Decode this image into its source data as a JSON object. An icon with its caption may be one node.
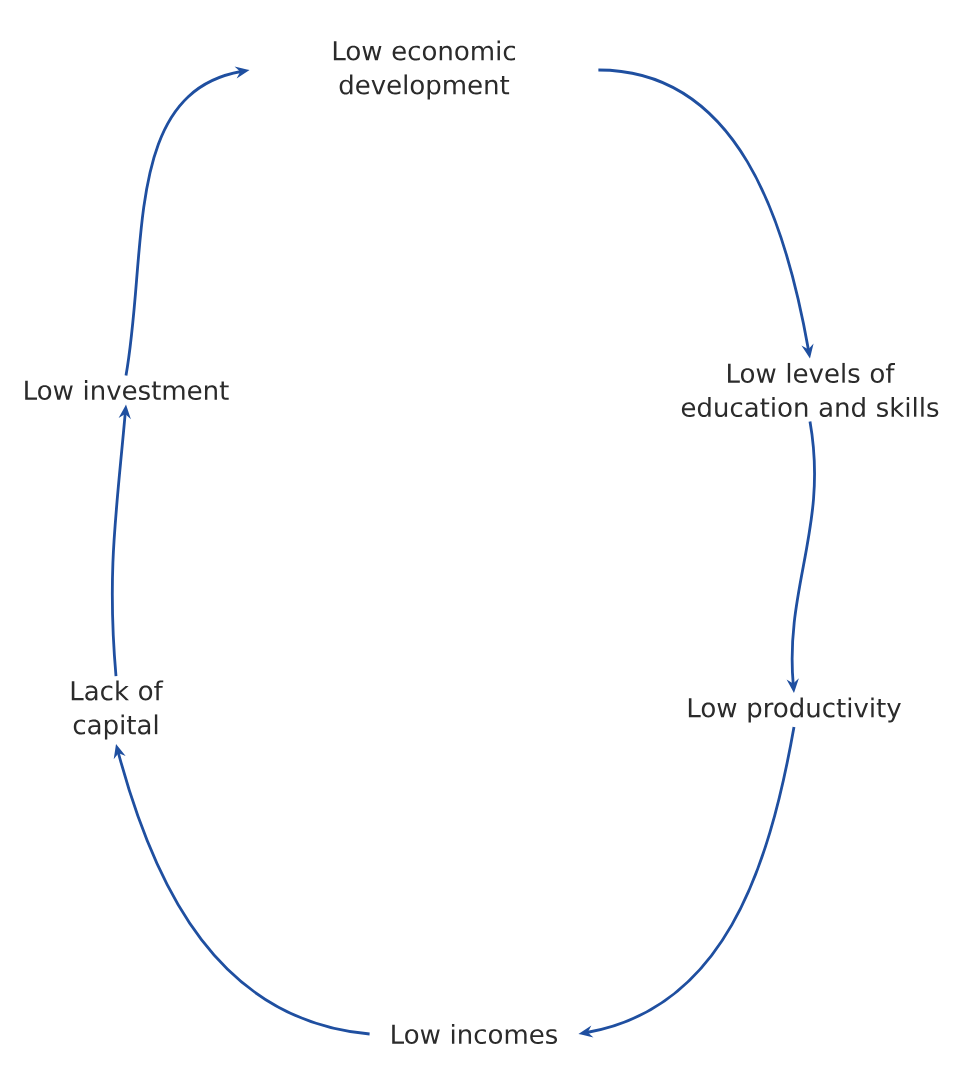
{
  "diagram": {
    "nodes": [
      {
        "text": [
          "Low economic development"
        ]
      },
      {
        "text": [
          "Low levels of education and skills"
        ]
      },
      {
        "text": [
          "Low productivity"
        ]
      },
      {
        "text": [
          "Low incomes"
        ]
      },
      {
        "text": [
          "Lack of capital"
        ]
      },
      {
        "text": [
          "Low investment"
        ]
      }
    ],
    "edges": [
      {
        "from": 0,
        "to": 1,
        "arrow": "to"
      },
      {
        "from": 1,
        "to": 2,
        "arrow": "to"
      },
      {
        "from": 2,
        "to": 3,
        "arrow": "to"
      },
      {
        "from": 3,
        "to": 4,
        "arrow": "to"
      },
      {
        "from": 4,
        "to": 5,
        "arrow": "to"
      },
      {
        "from": 5,
        "to": 0,
        "arrow": "to"
      }
    ]
  }
}
